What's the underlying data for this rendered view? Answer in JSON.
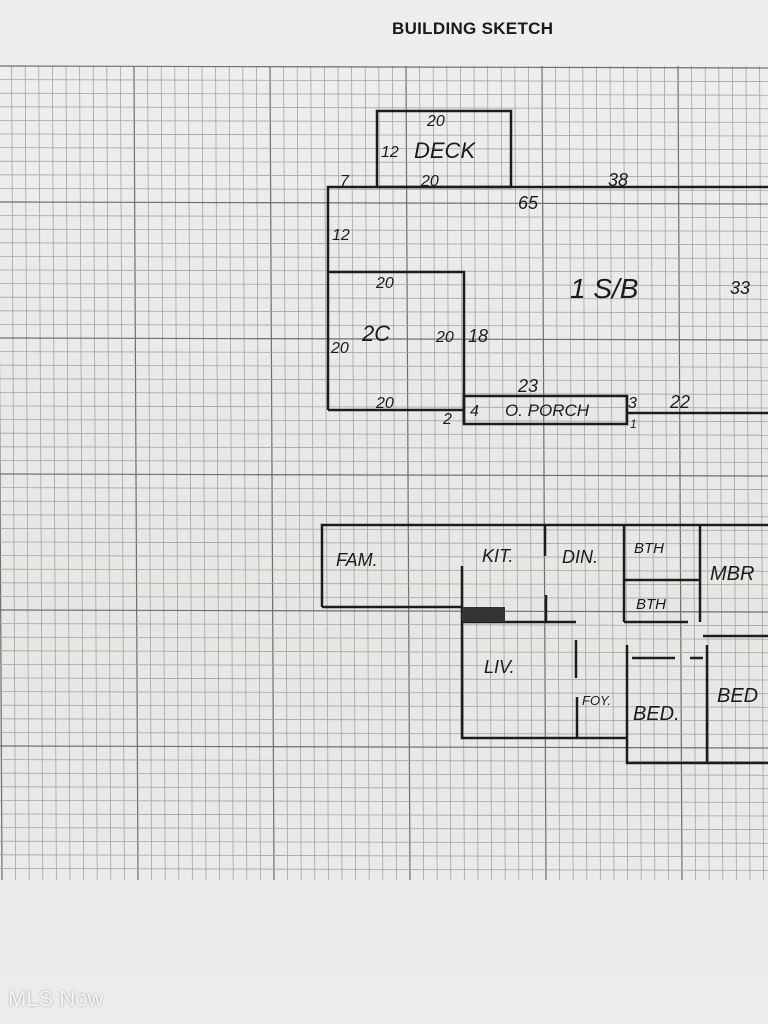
{
  "title": "BUILDING SKETCH",
  "upper_sketch": {
    "deck_top": "20",
    "deck_side": "12",
    "deck_label": "DECK",
    "deck_bottom": "20",
    "corner_7": "7",
    "dim_65": "65",
    "dim_38": "38",
    "left_12": "12",
    "main_label": "1 S/B",
    "right_33": "33",
    "garage_top": "20",
    "garage_label": "2C",
    "garage_left": "20",
    "garage_right": "20",
    "dim_18": "18",
    "garage_bottom": "20",
    "porch_top": "23",
    "porch_side": "4",
    "porch_label": "O. PORCH",
    "porch_right": "3",
    "dim_22": "22",
    "dim_2": "2",
    "dim_1": "1"
  },
  "floor_plan": {
    "rooms": [
      "FAM.",
      "KIT.",
      "DIN.",
      "BTH",
      "BTH",
      "MBR",
      "LIV.",
      "FOY.",
      "BED.",
      "BED"
    ]
  },
  "watermark": "MLS Now"
}
